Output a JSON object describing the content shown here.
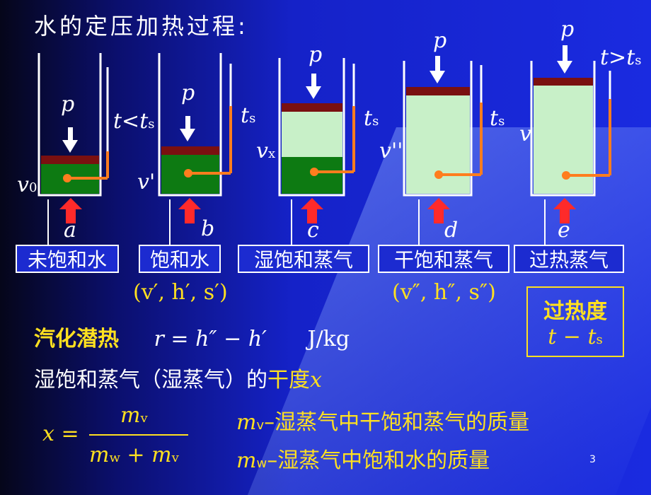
{
  "title": "水的定压加热过程:",
  "pressure_symbol": "p",
  "cylinders": [
    {
      "letter": "a",
      "volume_main": "v",
      "volume_sub": "0",
      "temp_main": "t<t",
      "temp_sub": "s",
      "state_label": "未饱和水"
    },
    {
      "letter": "b",
      "volume_main": "v'",
      "volume_sub": "",
      "temp_main": "t",
      "temp_sub": "s",
      "state_label": "饱和水"
    },
    {
      "letter": "c",
      "volume_main": "v",
      "volume_sub": "x",
      "temp_main": "t",
      "temp_sub": "s",
      "state_label": "湿饱和蒸气"
    },
    {
      "letter": "d",
      "volume_main": "v''",
      "volume_sub": "",
      "temp_main": "t",
      "temp_sub": "s",
      "state_label": "干饱和蒸气"
    },
    {
      "letter": "e",
      "volume_main": "v",
      "volume_sub": "",
      "temp_main": "t>t",
      "temp_sub": "s",
      "state_label": "过热蒸气"
    }
  ],
  "saturated_water_props": "(v′, h′, s′)",
  "dry_steam_props": "(v″, h″, s″)",
  "superheat": {
    "label": "过热度",
    "expr_main": "t − t",
    "expr_sub": "s"
  },
  "latent_heat": {
    "label": "汽化潜热",
    "formula": "r = h″ − h′",
    "unit": "J/kg"
  },
  "dryness": {
    "text_a": "湿饱和蒸气（湿蒸气）的",
    "text_b": "干度",
    "symbol": "x"
  },
  "formula": {
    "lhs": "x =",
    "num_main": "m",
    "num_sub": "v",
    "den_a": "m",
    "den_a_sub": "w",
    "den_plus": "+",
    "den_b": "m",
    "den_b_sub": "v"
  },
  "defs": [
    {
      "sym": "m",
      "sub": "v",
      "text": "–湿蒸气中干饱和蒸气的质量"
    },
    {
      "sym": "m",
      "sub": "w",
      "text": "–湿蒸气中饱和水的质量"
    }
  ],
  "page_number": "3",
  "colors": {
    "water": "#0d7a12",
    "piston": "#7a1010",
    "vapor": "#c8f0c8",
    "thermo": "#ff7d1e",
    "arrow": "#ff2a2a",
    "yellow": "#ffe020"
  }
}
